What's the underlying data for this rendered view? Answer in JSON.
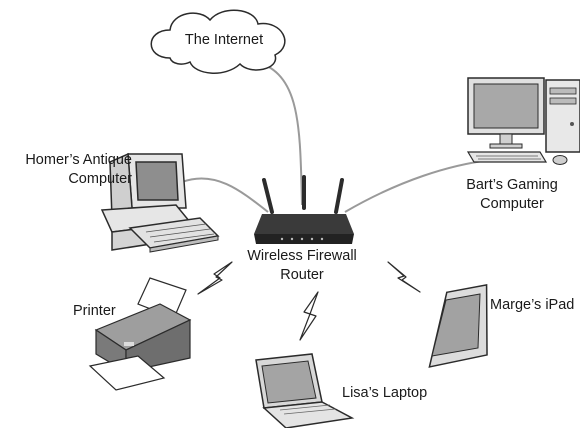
{
  "labels": {
    "internet": "The Internet",
    "router_line1": "Wireless Firewall",
    "router_line2": "Router",
    "homer_line1": "Homer’s Antique",
    "homer_line2": "Computer",
    "bart_line1": "Bart’s Gaming",
    "bart_line2": "Computer",
    "printer": "Printer",
    "marge": "Marge’s iPad",
    "lisa": "Lisa’s Laptop"
  },
  "colors": {
    "cable": "#9a9a9a",
    "outline": "#2b2b2b",
    "device_fill": "#e2e2e2",
    "screen_fill": "#9b9b9b",
    "router_body": "#2c2c2c"
  },
  "icons": {
    "cloud": "cloud-icon",
    "router": "router-icon",
    "old_computer": "crt-computer-icon",
    "gaming_computer": "desktop-tower-icon",
    "printer": "printer-icon",
    "tablet": "tablet-icon",
    "laptop": "laptop-icon",
    "wireless": "lightning-bolt-icon"
  }
}
